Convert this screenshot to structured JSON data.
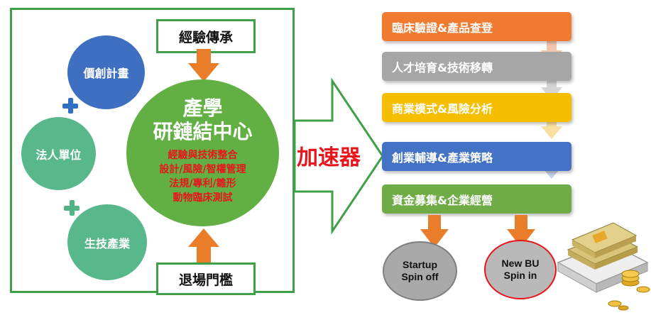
{
  "left_panel": {
    "circles": [
      "價創計畫",
      "法人單位",
      "生技產業"
    ],
    "top_box": "經驗傳承",
    "bottom_box": "退場門檻",
    "center": {
      "title_line1": "產學",
      "title_line2": "研鏈結中心",
      "items": [
        "經驗與技術整合",
        "設計/風險/智權管理",
        "法規/專利/雛形",
        "動物臨床測試"
      ]
    }
  },
  "accelerator_label": "加速器",
  "stages": [
    {
      "label": "臨床驗證&產品查登",
      "color": "#ee7b30"
    },
    {
      "label": "人才培育&技術移轉",
      "color": "#a6a6a6"
    },
    {
      "label": "商業模式&風險分析",
      "color": "#f5be00"
    },
    {
      "label": "創業輔導&產業策略",
      "color": "#4472c4"
    },
    {
      "label": "資金募集&企業經營",
      "color": "#6fac46"
    }
  ],
  "outcomes": [
    {
      "line1": "Startup",
      "line2": "Spin off"
    },
    {
      "line1": "New BU",
      "line2": "Spin in"
    }
  ],
  "colors": {
    "frame_green": "#3fa048",
    "arrow_orange": "#ea7d2a",
    "center_green": "#62b044",
    "accent_red": "#e8161c"
  }
}
